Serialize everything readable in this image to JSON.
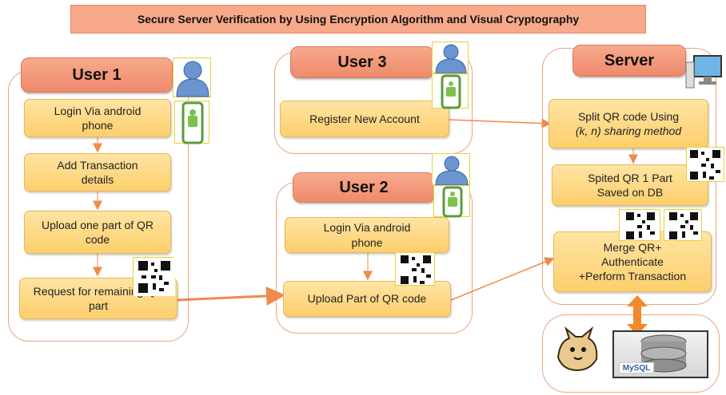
{
  "title": "Secure Server Verification by Using Encryption Algorithm and Visual   Cryptography",
  "user1": {
    "header": "User 1",
    "steps": [
      "Login Via android phone",
      "Add Transaction details",
      "Upload one part of QR code",
      "Request for remaining  QR part"
    ]
  },
  "user3": {
    "header": "User 3",
    "steps": [
      "Register New Account"
    ]
  },
  "user2": {
    "header": "User 2",
    "steps": [
      "Login Via android phone",
      "Upload Part of QR code"
    ]
  },
  "server": {
    "header": "Server",
    "step1_line1": "Split QR code Using",
    "step1_line2": "(k, n) sharing method",
    "step2": "Spited QR 1 Part Saved on DB",
    "step3_line1": "Merge QR+",
    "step3_line2": "Authenticate",
    "step3_line3": "+Perform Transaction"
  },
  "db": {
    "mysql_label": "MySQL"
  },
  "colors": {
    "arrow": "#f08a4b",
    "header": "#f4967a",
    "step": "#fcd27a",
    "panel_border": "#e8a583"
  }
}
